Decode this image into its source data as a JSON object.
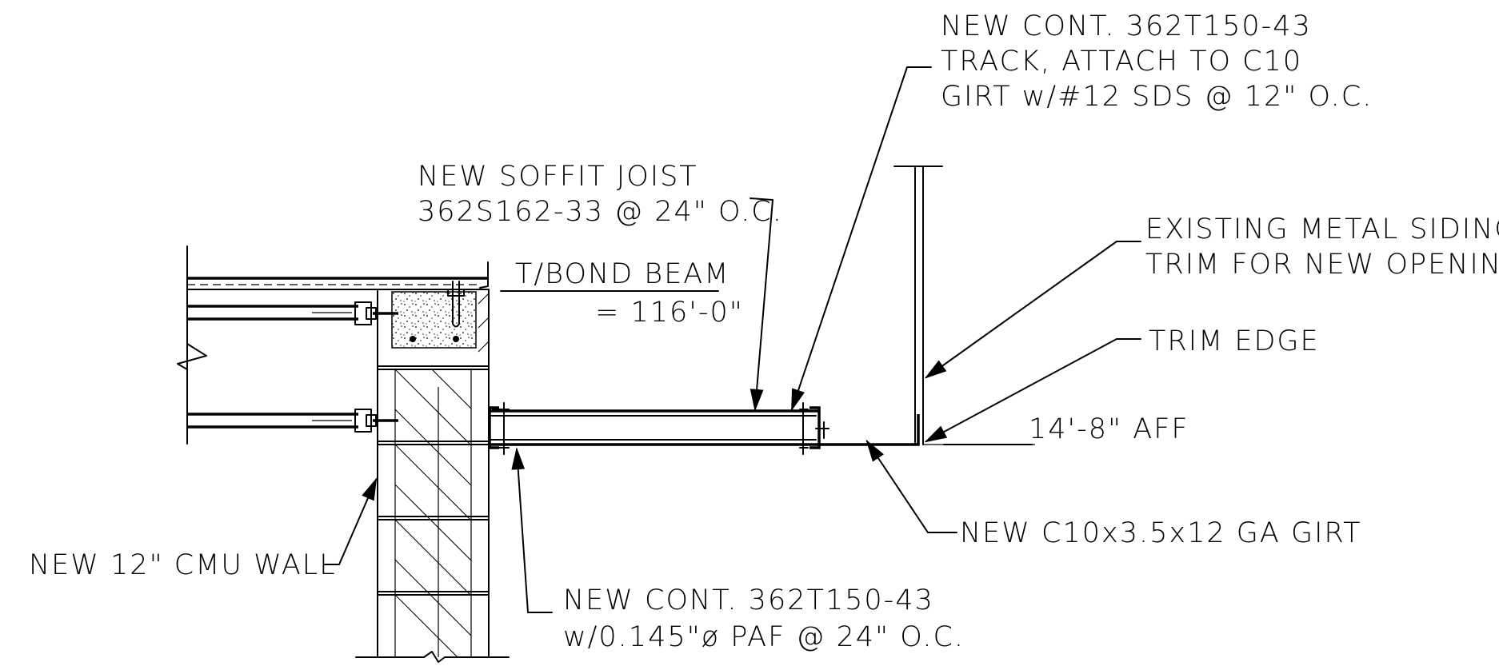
{
  "notes": {
    "track_top": {
      "lines": [
        "NEW CONT. 362T150-43",
        "TRACK, ATTACH TO C10",
        "GIRT w/#12 SDS @ 12\" O.C."
      ]
    },
    "soffit_joist": {
      "lines": [
        "NEW SOFFIT JOIST",
        "362S162-33 @ 24\" O.C."
      ]
    },
    "bond_beam": {
      "lines": [
        "T/BOND BEAM",
        "= 116'-0\""
      ]
    },
    "existing_siding": {
      "lines": [
        "EXISTING METAL SIDING",
        "TRIM FOR NEW OPENING"
      ]
    },
    "trim_edge": {
      "lines": [
        "TRIM EDGE"
      ]
    },
    "elevation": {
      "lines": [
        "14'-8\" AFF"
      ]
    },
    "girt": {
      "lines": [
        "NEW C10x3.5x12 GA GIRT"
      ]
    },
    "cmu_wall": {
      "lines": [
        "NEW 12\" CMU WALL"
      ]
    },
    "track_bottom": {
      "lines": [
        "NEW CONT. 362T150-43",
        "w/0.145\"ø PAF @ 24\" O.C."
      ]
    }
  }
}
